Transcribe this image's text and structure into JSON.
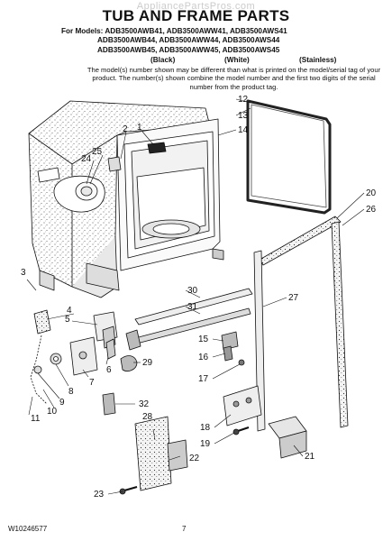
{
  "watermark": "AppliancePartsPros.com",
  "title": "TUB AND FRAME PARTS",
  "models": {
    "prefix": "For Models:",
    "rows": [
      "ADB3500AWB41, ADB3500AWW41, ADB3500AWS41",
      "ADB3500AWB44, ADB3500AWW44, ADB3500AWS44",
      "ADB3500AWB45, ADB3500AWW45, ADB3500AWS45"
    ],
    "finishes": [
      "(Black)",
      "(White)",
      "(Stainless)"
    ]
  },
  "note": "The model(s) number shown may be different than what is printed on the model/serial tag of your product. The number(s) shown combine the model number and the first two digits of the serial number from the product tag.",
  "callouts": [
    "1",
    "2",
    "3",
    "4",
    "5",
    "6",
    "7",
    "8",
    "9",
    "10",
    "11",
    "12",
    "13",
    "14",
    "15",
    "16",
    "17",
    "18",
    "19",
    "20",
    "21",
    "22",
    "23",
    "24",
    "25",
    "26",
    "27",
    "28",
    "29",
    "30",
    "31",
    "32"
  ],
  "footer": {
    "code": "W10246577",
    "page": "7"
  }
}
